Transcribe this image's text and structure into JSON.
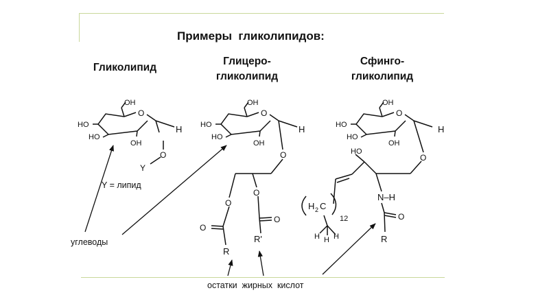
{
  "slide": {
    "title": "Примеры  гликолипидов:",
    "columns": [
      {
        "head_line1": "Гликолипид",
        "head_line2": ""
      },
      {
        "head_line1": "Глицеро-",
        "head_line2": "гликолипид"
      },
      {
        "head_line1": "Сфинго-",
        "head_line2": "гликолипид"
      }
    ],
    "y_definition": "Y = липид",
    "carbs_label": "углеводы",
    "fatty_acids_label": "остатки  жирных  кислот"
  },
  "chem": {
    "oh": "OH",
    "ho": "HO",
    "o": "O",
    "h": "H",
    "y": "Y",
    "r": "R",
    "r_prime": "R'",
    "nh": "N–H",
    "h2c": "H",
    "sub2": "2",
    "c": "C",
    "n12": "12"
  },
  "colors": {
    "rule": "#c9d89a",
    "ink": "#111111"
  }
}
